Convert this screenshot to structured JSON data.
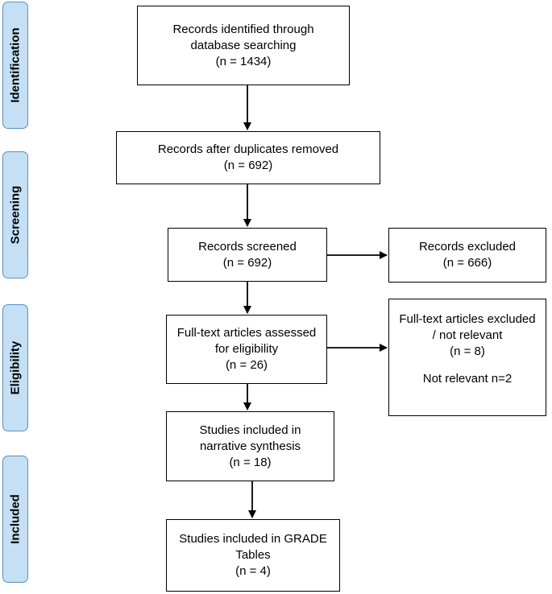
{
  "stages": [
    {
      "label": "Identification"
    },
    {
      "label": "Screening"
    },
    {
      "label": "Eligibility"
    },
    {
      "label": "Included"
    }
  ],
  "boxes": {
    "identified": {
      "lines": [
        "Records identified through",
        "database searching",
        "(n = 1434)"
      ]
    },
    "deduplicated": {
      "lines": [
        "Records after duplicates removed",
        "(n = 692)"
      ]
    },
    "screened": {
      "lines": [
        "Records screened",
        "(n = 692)"
      ]
    },
    "excluded": {
      "lines": [
        "Records excluded",
        "(n = 666)"
      ]
    },
    "fulltext": {
      "lines": [
        "Full-text articles assessed",
        "for eligibility",
        "(n = 26)"
      ]
    },
    "fulltext_excluded": {
      "lines": [
        "Full-text articles excluded",
        "/ not relevant",
        "(n = 8)"
      ],
      "note": "Not relevant n=2"
    },
    "narrative": {
      "lines": [
        "Studies included in",
        "narrative synthesis",
        "(n = 18)"
      ]
    },
    "grade": {
      "lines": [
        "Studies included in GRADE",
        "Tables",
        "(n = 4)"
      ]
    }
  }
}
